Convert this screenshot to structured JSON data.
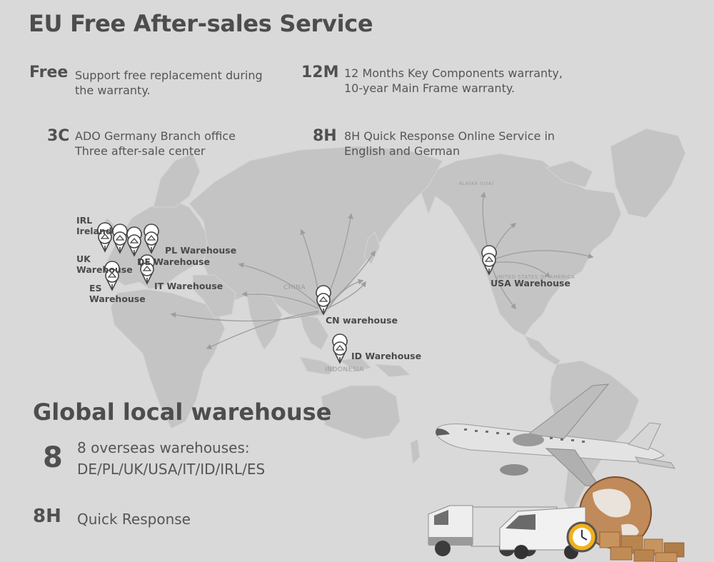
{
  "header": {
    "title": "EU Free After-sales Service"
  },
  "services": [
    {
      "key": "Free",
      "line1": "Support free replacement during",
      "line2": "the warranty."
    },
    {
      "key": "12M",
      "line1": "12 Months Key Components warranty,",
      "line2": "10-year Main Frame warranty."
    },
    {
      "key": "3C",
      "line1": "ADO Germany Branch office",
      "line2": "Three after-sale center"
    },
    {
      "key": "8H",
      "line1": "8H Quick Response Online Service in",
      "line2": "English and German"
    }
  ],
  "map": {
    "labels": {
      "china": "CHINA",
      "indonesia": "INDONESIA",
      "usa": "UNITED STATES OF AMERICA",
      "alaska": "ALASKA (USA)"
    },
    "warehouses": {
      "irl": {
        "line1": "IRL",
        "line2": "Ireland"
      },
      "uk": {
        "line1": "UK",
        "line2": "Warehouse"
      },
      "es": {
        "line1": "ES",
        "line2": "Warehouse"
      },
      "pl": "PL Warehouse",
      "de": "DE Warehouse",
      "it": "IT Warehouse",
      "cn": "CN warehouse",
      "id": "ID Warehouse",
      "usa": "USA Warehouse"
    },
    "colors": {
      "land": "#c4c4c4",
      "background": "#d9d9d9",
      "arrow": "#9d9d9d"
    },
    "pin_icon": "map-pin-icon"
  },
  "global": {
    "title": "Global local warehouse",
    "count": "8",
    "line1": "8 overseas warehouses:",
    "line2": "DE/PL/UK/USA/IT/ID/IRL/ES",
    "response_key": "8H",
    "response_text": "Quick Response"
  }
}
